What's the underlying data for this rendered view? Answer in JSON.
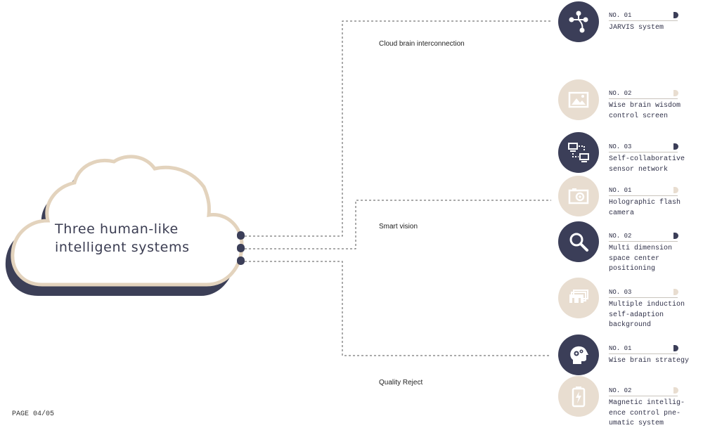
{
  "cloud": {
    "title": "Three human-like intelligent systems"
  },
  "branches": [
    {
      "label": "Cloud brain interconnection",
      "items": [
        {
          "no": "NO. 01",
          "text": "JARVIS system",
          "icon": "vector-path-icon",
          "style": "dark"
        },
        {
          "no": "NO. 02",
          "text": "Wise brain wisdom\ncontrol screen",
          "icon": "image-icon",
          "style": "light"
        },
        {
          "no": "NO. 03",
          "text": "Self-collaborative\nsensor network",
          "icon": "network-computers-icon",
          "style": "dark"
        }
      ]
    },
    {
      "label": "Smart vision",
      "items": [
        {
          "no": "NO. 01",
          "text": "Holographic flash\ncamera",
          "icon": "camera-icon",
          "style": "light"
        },
        {
          "no": "NO. 02",
          "text": "Multi dimension\nspace center\npositioning",
          "icon": "search-icon",
          "style": "dark"
        },
        {
          "no": "NO. 03",
          "text": "Multiple induction\nself-adaption\nbackground",
          "icon": "layers-icon",
          "style": "light"
        }
      ]
    },
    {
      "label": "Quality Reject",
      "items": [
        {
          "no": "NO. 01",
          "text": "Wise brain strategy",
          "icon": "brain-gears-icon",
          "style": "dark"
        },
        {
          "no": "NO. 02",
          "text": "Magnetic intellig-\nence control pne-\numatic system",
          "icon": "battery-icon",
          "style": "light"
        }
      ]
    }
  ],
  "footer": {
    "page": "PAGE  04/05"
  },
  "colors": {
    "dark": "#3b3e58",
    "light": "#e8ddd0",
    "cloud_outline": "#e3d3bd"
  }
}
